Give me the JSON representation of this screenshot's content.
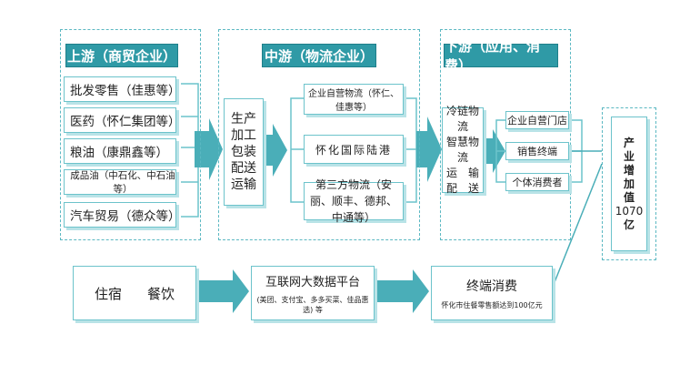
{
  "upstream": {
    "header": "上游（商贸企业）",
    "items": [
      "批发零售（佳惠等）",
      "医药（怀仁集团等）",
      "粮油（康鼎鑫等）",
      "成品油（中石化、中石油等）",
      "汽车贸易（德众等）"
    ]
  },
  "midstream": {
    "header": "中游（物流企业）",
    "process": [
      "生产",
      "加工",
      "包装",
      "配送",
      "运输"
    ],
    "items": [
      "企业自营物流（怀仁、佳惠等）",
      "怀化国际陆港",
      "第三方物流（安丽、顺丰、德邦、中通等）"
    ]
  },
  "downstream": {
    "header": "下游（应用、消费）",
    "process": [
      "冷链物流",
      "智慧物流",
      "运　输",
      "配　送"
    ],
    "items": [
      "企业自营门店",
      "销售终端",
      "个体消费者"
    ]
  },
  "output": {
    "lines": [
      "产",
      "业",
      "增",
      "加",
      "值",
      "1070",
      "亿"
    ]
  },
  "bottom": {
    "service": [
      "住宿",
      "餐饮"
    ],
    "platform_title": "互联网大数据平台",
    "platform_sub": "(美团、支付宝、多多买菜、佳品惠选) 等",
    "terminal_title": "终端消费",
    "terminal_sub": "怀化市住餐零售额达到100亿元"
  },
  "colors": {
    "accent": "#2f9aa6",
    "light": "#6cc3cb",
    "arrow": "#4aaeb8"
  }
}
